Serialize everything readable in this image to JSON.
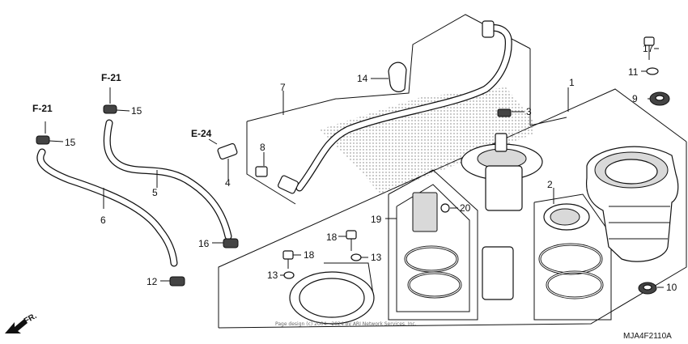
{
  "callouts": {
    "c1": "1",
    "c2": "2",
    "c3": "3",
    "c4": "4",
    "c5": "5",
    "c6": "6",
    "c7": "7",
    "c8": "8",
    "c9": "9",
    "c10": "10",
    "c11": "11",
    "c12": "12",
    "c13a": "13",
    "c13b": "13",
    "c14": "14",
    "c15a": "15",
    "c15b": "15",
    "c16": "16",
    "c17": "17",
    "c18a": "18",
    "c18b": "18",
    "c19": "19",
    "c20": "20"
  },
  "refs": {
    "f21a": "F-21",
    "f21b": "F-21",
    "e24": "E-24"
  },
  "direction_label": "FR.",
  "diagram_code": "MJA4F2110A",
  "copyright_note": "Page design (c) 2004 - 2024 by ARI Network Services, Inc.",
  "colors": {
    "ink": "#111111",
    "shade": "#d9d9d9",
    "background": "#ffffff"
  }
}
